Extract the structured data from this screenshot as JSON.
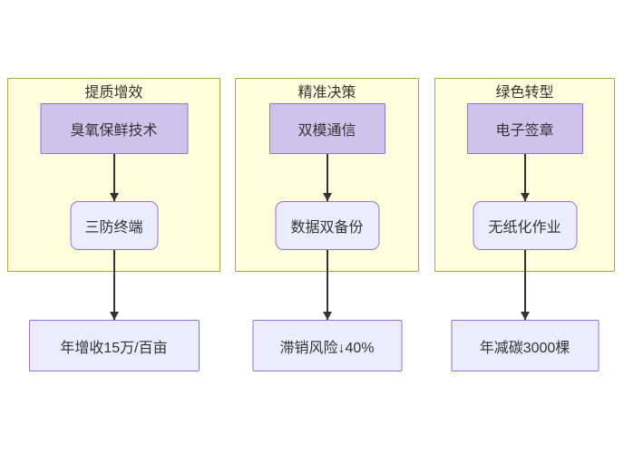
{
  "diagram": {
    "type": "flowchart",
    "colors": {
      "background": "#ffffff",
      "cluster_fill": "#ffffde",
      "cluster_border": "#aaaa33",
      "tech_node_fill": "#cfc3ec",
      "light_node_fill": "#ececff",
      "node_border": "#9370db",
      "arrow_color": "#333333",
      "text_color": "#333333"
    },
    "columns": [
      {
        "group_title": "提质增效",
        "tech_node": "臭氧保鲜技术",
        "mid_node": "三防终端",
        "result_node": "年增收15万/百亩"
      },
      {
        "group_title": "精准决策",
        "tech_node": "双模通信",
        "mid_node": "数据双备份",
        "result_node": "滞销风险↓40%"
      },
      {
        "group_title": "绿色转型",
        "tech_node": "电子签章",
        "mid_node": "无纸化作业",
        "result_node": "年减碳3000棵"
      }
    ]
  }
}
